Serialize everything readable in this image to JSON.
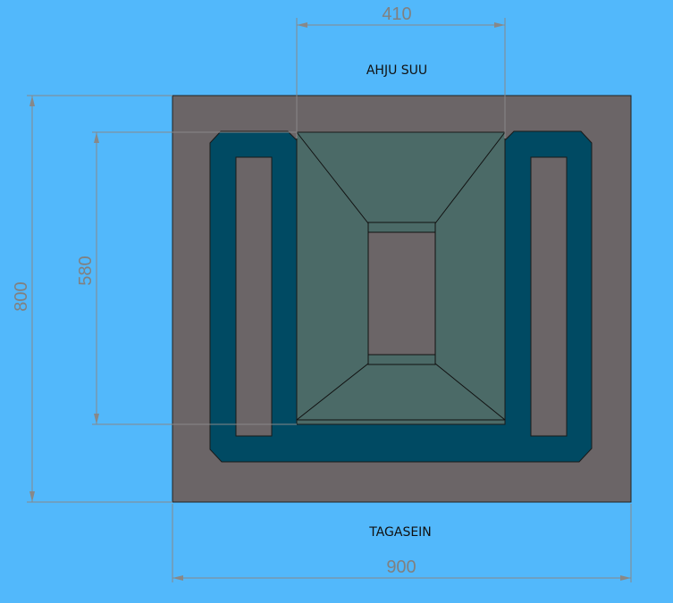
{
  "colors": {
    "background": "#52b8fb",
    "outer_block": "#6b6567",
    "channel": "#004a63",
    "firebox": "#4b6a67",
    "dimension_line": "#888888"
  },
  "labels": {
    "top": "AHJU SUU",
    "bottom": "TAGASEIN"
  },
  "dimensions": {
    "width_top": "410",
    "width_bottom": "900",
    "height_left": "800",
    "height_inner": "580"
  }
}
